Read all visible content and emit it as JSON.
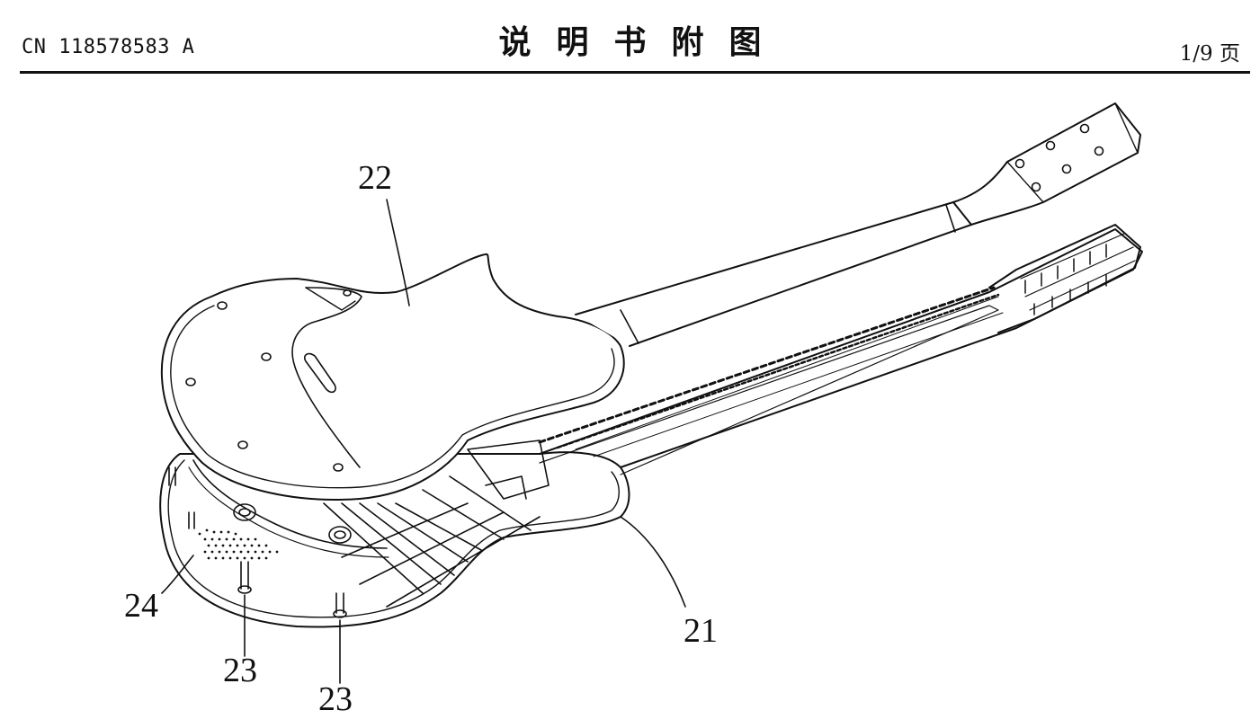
{
  "header": {
    "publication_number": "CN 118578583 A",
    "title": "说明书附图",
    "page": "1/9 页"
  },
  "figure": {
    "labels": {
      "label_22": "22",
      "label_21": "21",
      "label_24": "24",
      "label_23a": "23",
      "label_23b": "23"
    }
  }
}
